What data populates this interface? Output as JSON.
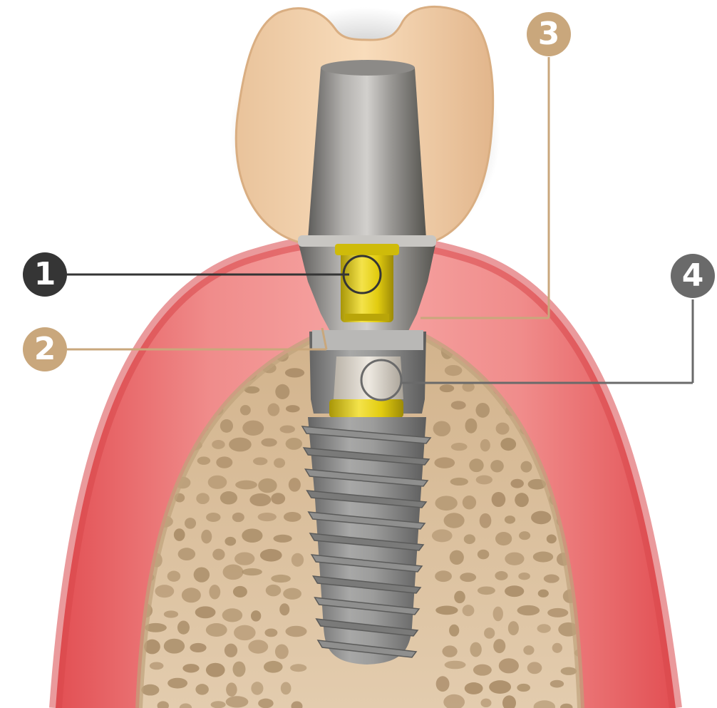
{
  "callouts": [
    {
      "number": "1",
      "color": "#353535"
    },
    {
      "number": "2",
      "color": "#C9A77C"
    },
    {
      "number": "3",
      "color": "#C9A77C"
    },
    {
      "number": "4",
      "color": "#6A6A6A"
    }
  ],
  "colors": {
    "gum": "#E6575A",
    "gum_light": "#F49A98",
    "bone": "#D9C0A0",
    "bone_pore": "#A88B66",
    "crown": "#F2CFA7",
    "abutment": "#8E8C89",
    "screw": "#E8D10E",
    "implant": "#888787",
    "leader_gold": "#C9A77C",
    "leader_gray": "#6A6A6A"
  }
}
